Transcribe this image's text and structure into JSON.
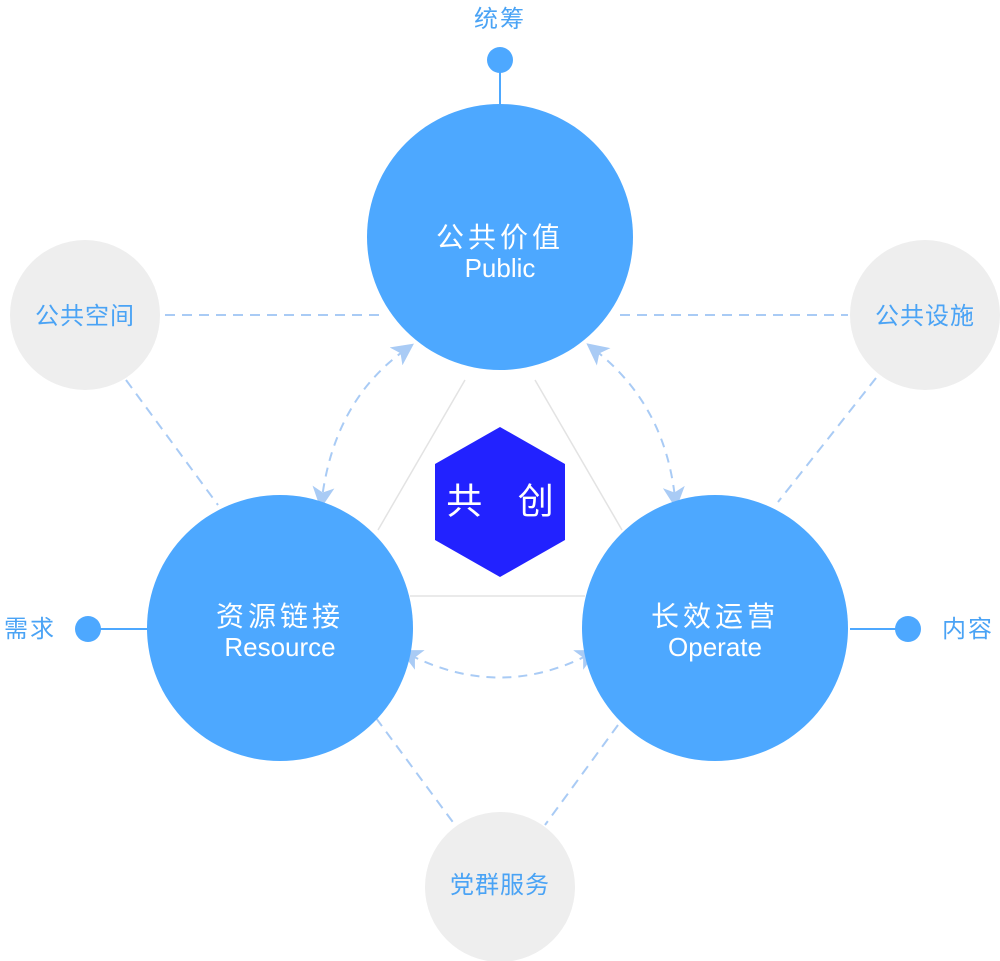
{
  "colors": {
    "main_circle": "#4DA8FF",
    "grey_circle": "#EEEEEE",
    "hexagon": "#2222FF",
    "accent_text": "#4AA3F5",
    "dashed_line": "#A9CBF5",
    "triangle_line": "#E3E3E3",
    "white": "#FFFFFF"
  },
  "center": {
    "label": "共 创"
  },
  "main_nodes": [
    {
      "id": "public",
      "zh": "公共价值",
      "en": "Public"
    },
    {
      "id": "resource",
      "zh": "资源链接",
      "en": "Resource"
    },
    {
      "id": "operate",
      "zh": "长效运营",
      "en": "Operate"
    }
  ],
  "secondary_nodes": [
    {
      "id": "public-space",
      "label": "公共空间"
    },
    {
      "id": "public-facilities",
      "label": "公共设施"
    },
    {
      "id": "party-services",
      "label": "党群服务"
    }
  ],
  "endpoints": [
    {
      "id": "coordination",
      "label": "统筹"
    },
    {
      "id": "demand",
      "label": "需求"
    },
    {
      "id": "content",
      "label": "内容"
    }
  ]
}
